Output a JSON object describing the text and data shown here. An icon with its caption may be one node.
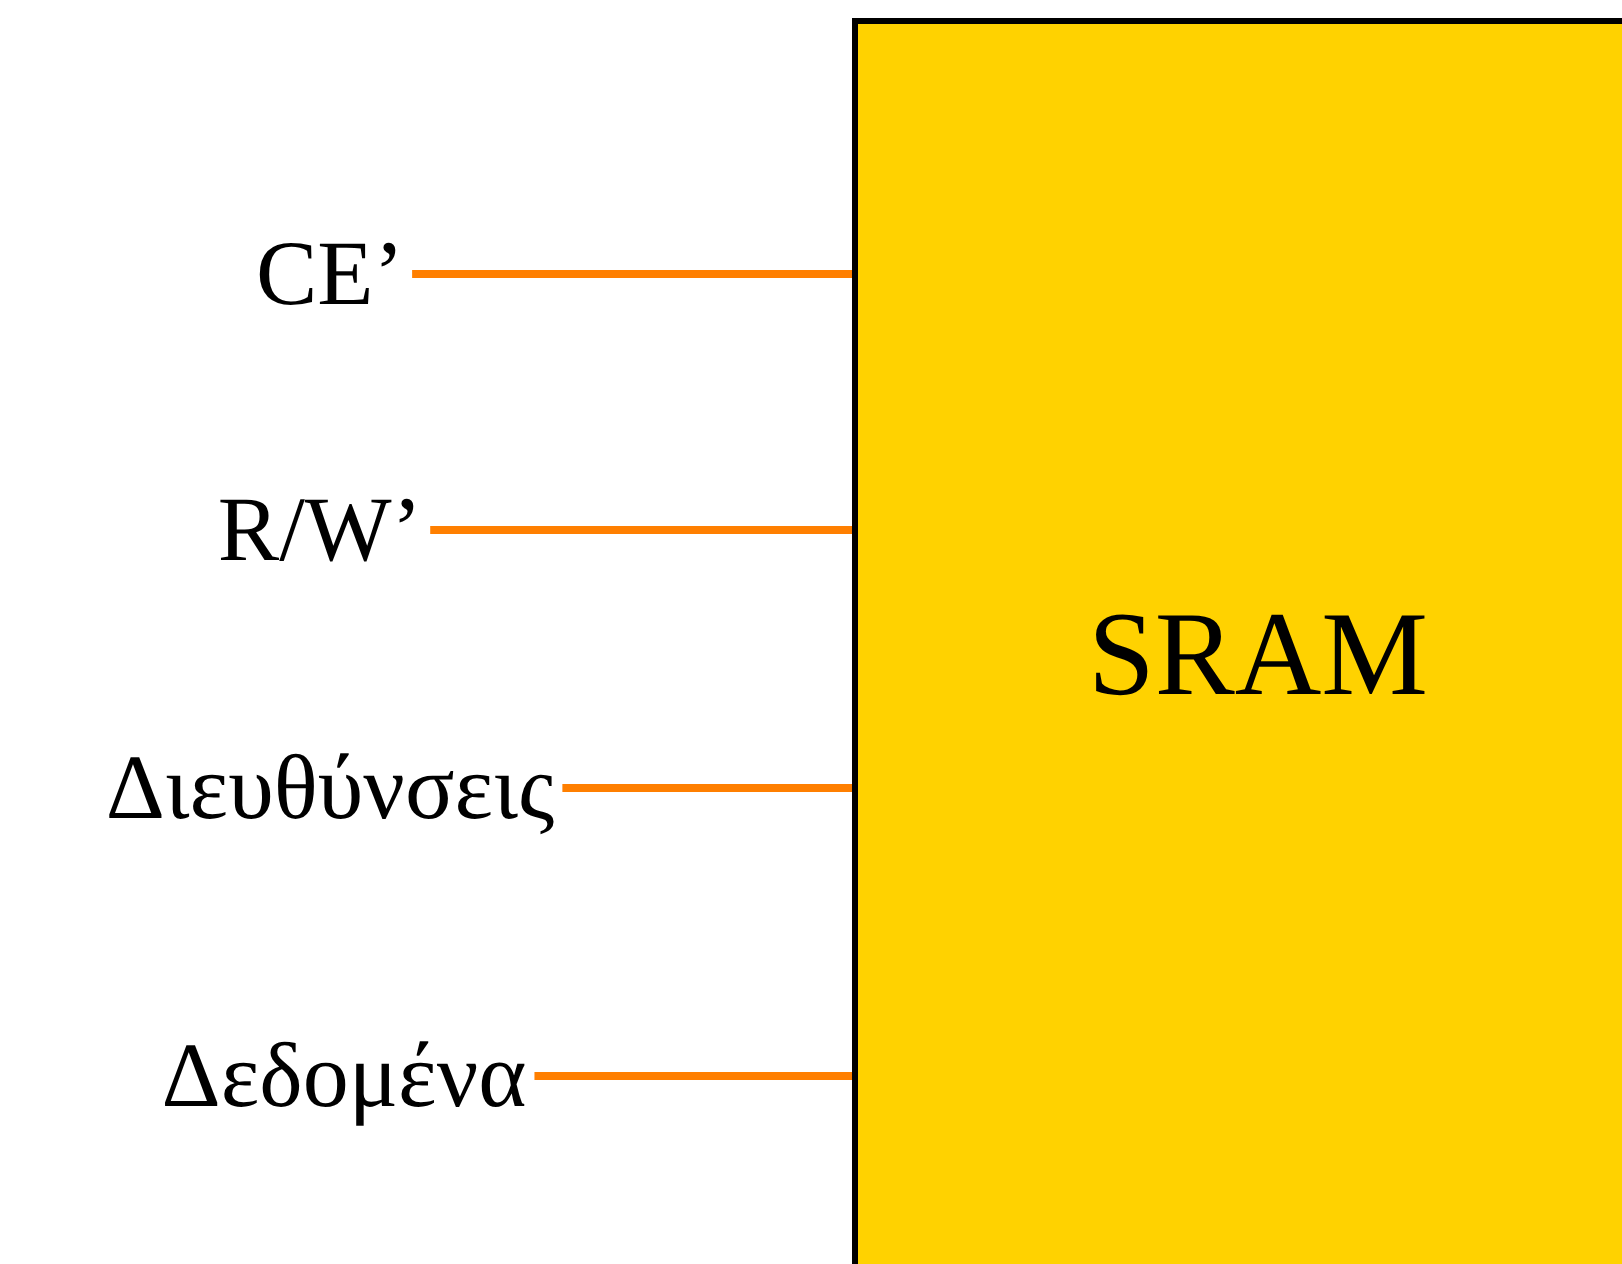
{
  "diagram": {
    "nodes": [
      {
        "text": [
          "SRAM"
        ]
      },
      {
        "text": [
          "CE’"
        ]
      },
      {
        "text": [
          "R/W’"
        ]
      },
      {
        "text": [
          "Διευθύνσεις"
        ]
      },
      {
        "text": [
          "Δεδομένα"
        ]
      }
    ],
    "edges": [
      {
        "from": 1,
        "to": 0,
        "arrow": "none"
      },
      {
        "from": 2,
        "to": 0,
        "arrow": "none"
      },
      {
        "from": 3,
        "to": 0,
        "arrow": "none"
      },
      {
        "from": 4,
        "to": 0,
        "arrow": "none"
      }
    ]
  }
}
